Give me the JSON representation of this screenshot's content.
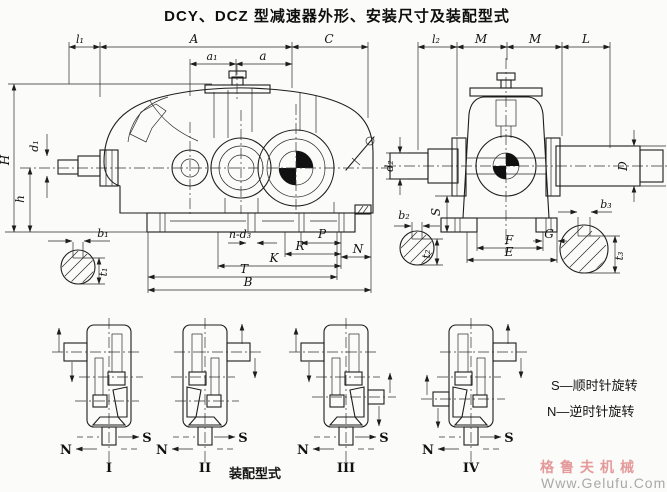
{
  "title": "DCY、DCZ 型减速器外形、安装尺寸及装配型式",
  "left_view": {
    "dims": {
      "l1": "l₁",
      "A": "A",
      "C": "C",
      "a1": "a₁",
      "a": "a",
      "H": "H",
      "d1": "d₁",
      "h": "h",
      "b1": "b₁",
      "t1": "t₁",
      "nd3": "n-d₃",
      "P": "P",
      "R": "R",
      "N": "N",
      "K": "K",
      "T": "T",
      "B": "B"
    }
  },
  "right_view": {
    "dims": {
      "l2": "l₂",
      "M1": "M",
      "M2": "M",
      "L": "L",
      "d2": "d₂",
      "D": "D",
      "S": "S",
      "b2": "b₂",
      "t2": "t₂",
      "b3": "b₃",
      "t3": "t₃",
      "F": "F",
      "G": "G",
      "E": "E"
    }
  },
  "assembly": {
    "caption": "装配型式",
    "s_label": "S",
    "n_label": "N",
    "units": [
      {
        "numeral": "I"
      },
      {
        "numeral": "II"
      },
      {
        "numeral": "III"
      },
      {
        "numeral": "IV"
      }
    ]
  },
  "legend": {
    "s": "S—顺时针旋转",
    "n": "N—逆时针旋转"
  },
  "watermark": {
    "name": "格鲁夫机械",
    "site": "Www.Gelufu.Com"
  }
}
